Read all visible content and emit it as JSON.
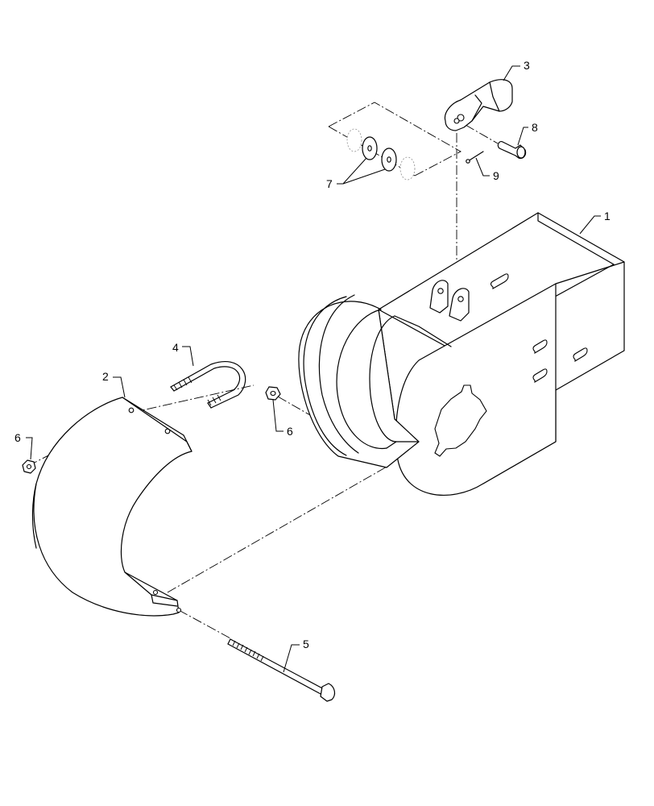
{
  "callouts": {
    "c1": "1",
    "c2": "2",
    "c3": "3",
    "c4": "4",
    "c5": "5",
    "c6_left": "6",
    "c6_right": "6",
    "c7": "7",
    "c8": "8",
    "c9": "9"
  }
}
